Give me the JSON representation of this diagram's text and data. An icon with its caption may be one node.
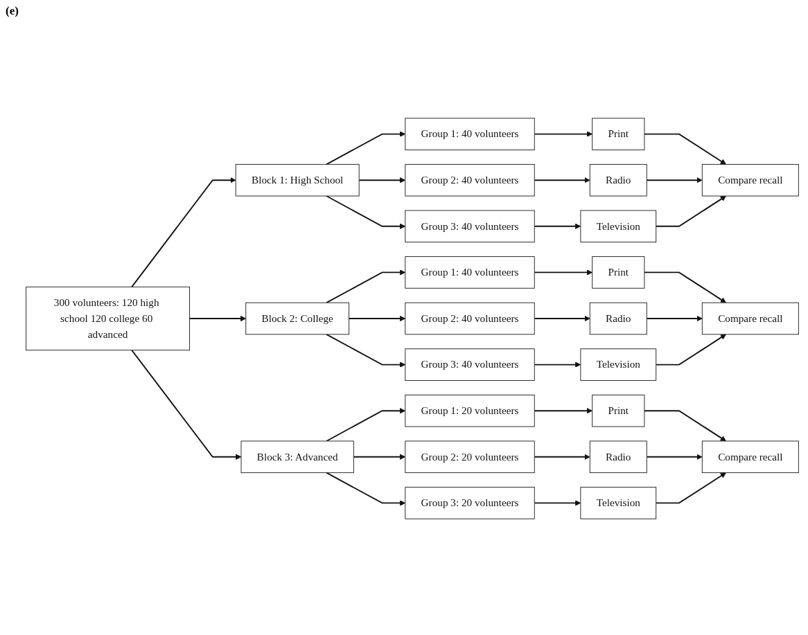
{
  "diagram": {
    "nodes": [
      {
        "text": [
          "300 volunteers: 120 high school 120 college 60 advanced"
        ]
      },
      {
        "text": [
          "Block 1: High School"
        ]
      },
      {
        "text": [
          "Group 1: 40 volunteers"
        ]
      },
      {
        "text": [
          "Group 2: 40 volunteers"
        ]
      },
      {
        "text": [
          "Group 3: 40 volunteers"
        ]
      },
      {
        "text": [
          "Print"
        ]
      },
      {
        "text": [
          "Radio"
        ]
      },
      {
        "text": [
          "Television"
        ]
      },
      {
        "text": [
          "Compare recall"
        ]
      },
      {
        "text": [
          "Block 2: College"
        ]
      },
      {
        "text": [
          "Group 1: 40 volunteers"
        ]
      },
      {
        "text": [
          "Group 2: 40 volunteers"
        ]
      },
      {
        "text": [
          "Group 3: 40 volunteers"
        ]
      },
      {
        "text": [
          "Print"
        ]
      },
      {
        "text": [
          "Radio"
        ]
      },
      {
        "text": [
          "Television"
        ]
      },
      {
        "text": [
          "Compare recall"
        ]
      },
      {
        "text": [
          "Block 3: Advanced"
        ]
      },
      {
        "text": [
          "Group 1: 20 volunteers"
        ]
      },
      {
        "text": [
          "Group 2: 20 volunteers"
        ]
      },
      {
        "text": [
          "Group 3: 20 volunteers"
        ]
      },
      {
        "text": [
          "Print"
        ]
      },
      {
        "text": [
          "Radio"
        ]
      },
      {
        "text": [
          "Television"
        ]
      },
      {
        "text": [
          "Compare recall"
        ]
      }
    ],
    "edges": [
      {
        "from": 0,
        "to": 1,
        "arrow": "to"
      },
      {
        "from": 0,
        "to": 9,
        "arrow": "to"
      },
      {
        "from": 0,
        "to": 17,
        "arrow": "to"
      },
      {
        "from": 1,
        "to": 2,
        "arrow": "to"
      },
      {
        "from": 1,
        "to": 3,
        "arrow": "to"
      },
      {
        "from": 1,
        "to": 4,
        "arrow": "to"
      },
      {
        "from": 2,
        "to": 5,
        "arrow": "to"
      },
      {
        "from": 3,
        "to": 6,
        "arrow": "to"
      },
      {
        "from": 4,
        "to": 7,
        "arrow": "to"
      },
      {
        "from": 5,
        "to": 8,
        "arrow": "to"
      },
      {
        "from": 6,
        "to": 8,
        "arrow": "to"
      },
      {
        "from": 7,
        "to": 8,
        "arrow": "to"
      },
      {
        "from": 9,
        "to": 10,
        "arrow": "to"
      },
      {
        "from": 9,
        "to": 11,
        "arrow": "to"
      },
      {
        "from": 9,
        "to": 12,
        "arrow": "to"
      },
      {
        "from": 10,
        "to": 13,
        "arrow": "to"
      },
      {
        "from": 11,
        "to": 14,
        "arrow": "to"
      },
      {
        "from": 12,
        "to": 15,
        "arrow": "to"
      },
      {
        "from": 13,
        "to": 16,
        "arrow": "to"
      },
      {
        "from": 14,
        "to": 16,
        "arrow": "to"
      },
      {
        "from": 15,
        "to": 16,
        "arrow": "to"
      },
      {
        "from": 17,
        "to": 18,
        "arrow": "to"
      },
      {
        "from": 17,
        "to": 19,
        "arrow": "to"
      },
      {
        "from": 17,
        "to": 20,
        "arrow": "to"
      },
      {
        "from": 18,
        "to": 21,
        "arrow": "to"
      },
      {
        "from": 19,
        "to": 22,
        "arrow": "to"
      },
      {
        "from": 20,
        "to": 23,
        "arrow": "to"
      },
      {
        "from": 21,
        "to": 24,
        "arrow": "to"
      },
      {
        "from": 22,
        "to": 24,
        "arrow": "to"
      },
      {
        "from": 23,
        "to": 24,
        "arrow": "to"
      }
    ],
    "labels": [
      "(e)"
    ]
  }
}
